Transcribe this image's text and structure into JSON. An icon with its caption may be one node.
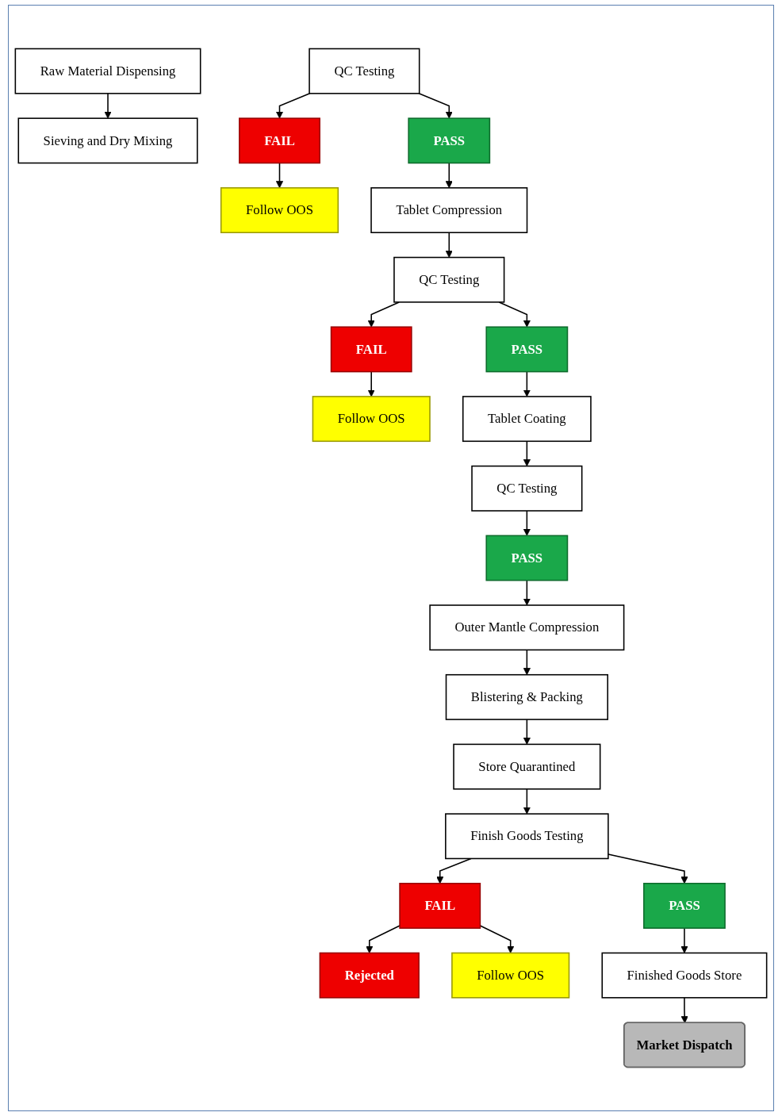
{
  "diagram": {
    "nodes": [
      {
        "text": [
          "Raw Material Dispensing"
        ]
      },
      {
        "text": [
          "Sieving and Dry Mixing"
        ]
      },
      {
        "text": [
          "FAIL"
        ]
      },
      {
        "text": [
          "QC Testing"
        ]
      },
      {
        "text": [
          "Follow OOS"
        ]
      },
      {
        "text": [
          "PASS"
        ]
      },
      {
        "text": [
          "Tablet Compression"
        ]
      },
      {
        "text": [
          "QC Testing"
        ]
      },
      {
        "text": [
          "FAIL"
        ]
      },
      {
        "text": [
          "PASS"
        ]
      },
      {
        "text": [
          "Follow OOS"
        ]
      },
      {
        "text": [
          "Tablet Coating"
        ]
      },
      {
        "text": [
          "QC Testing"
        ]
      },
      {
        "text": [
          "PASS"
        ]
      },
      {
        "text": [
          "Outer Mantle Compression"
        ]
      },
      {
        "text": [
          "Blistering & Packing"
        ]
      },
      {
        "text": [
          "Store Quarantined"
        ]
      },
      {
        "text": [
          "Rejected"
        ]
      },
      {
        "text": [
          "FAIL"
        ]
      },
      {
        "text": [
          "Finish Goods Testing"
        ]
      },
      {
        "text": [
          "Follow OOS"
        ]
      },
      {
        "text": [
          "PASS"
        ]
      },
      {
        "text": [
          "Finished Goods Store"
        ]
      },
      {
        "text": [
          "Market Dispatch"
        ]
      }
    ],
    "edges": [
      {
        "from": 0,
        "to": 1,
        "arrow": "to"
      },
      {
        "from": 3,
        "to": 2,
        "arrow": "to"
      },
      {
        "from": 2,
        "to": 4,
        "arrow": "to"
      },
      {
        "from": 3,
        "to": 5,
        "arrow": "to"
      },
      {
        "from": 5,
        "to": 6,
        "arrow": "to"
      },
      {
        "from": 6,
        "to": 7,
        "arrow": "to"
      },
      {
        "from": 7,
        "to": 8,
        "arrow": "to"
      },
      {
        "from": 8,
        "to": 10,
        "arrow": "to"
      },
      {
        "from": 7,
        "to": 9,
        "arrow": "to"
      },
      {
        "from": 9,
        "to": 11,
        "arrow": "to"
      },
      {
        "from": 11,
        "to": 12,
        "arrow": "to"
      },
      {
        "from": 12,
        "to": 13,
        "arrow": "to"
      },
      {
        "from": 13,
        "to": 14,
        "arrow": "to"
      },
      {
        "from": 14,
        "to": 15,
        "arrow": "to"
      },
      {
        "from": 15,
        "to": 16,
        "arrow": "to"
      },
      {
        "from": 16,
        "to": 19,
        "arrow": "to"
      },
      {
        "from": 19,
        "to": 18,
        "arrow": "to"
      },
      {
        "from": 18,
        "to": 17,
        "arrow": "to"
      },
      {
        "from": 18,
        "to": 20,
        "arrow": "to"
      },
      {
        "from": 19,
        "to": 21,
        "arrow": "to"
      },
      {
        "from": 21,
        "to": 22,
        "arrow": "to"
      },
      {
        "from": 22,
        "to": 23,
        "arrow": "to"
      }
    ]
  }
}
